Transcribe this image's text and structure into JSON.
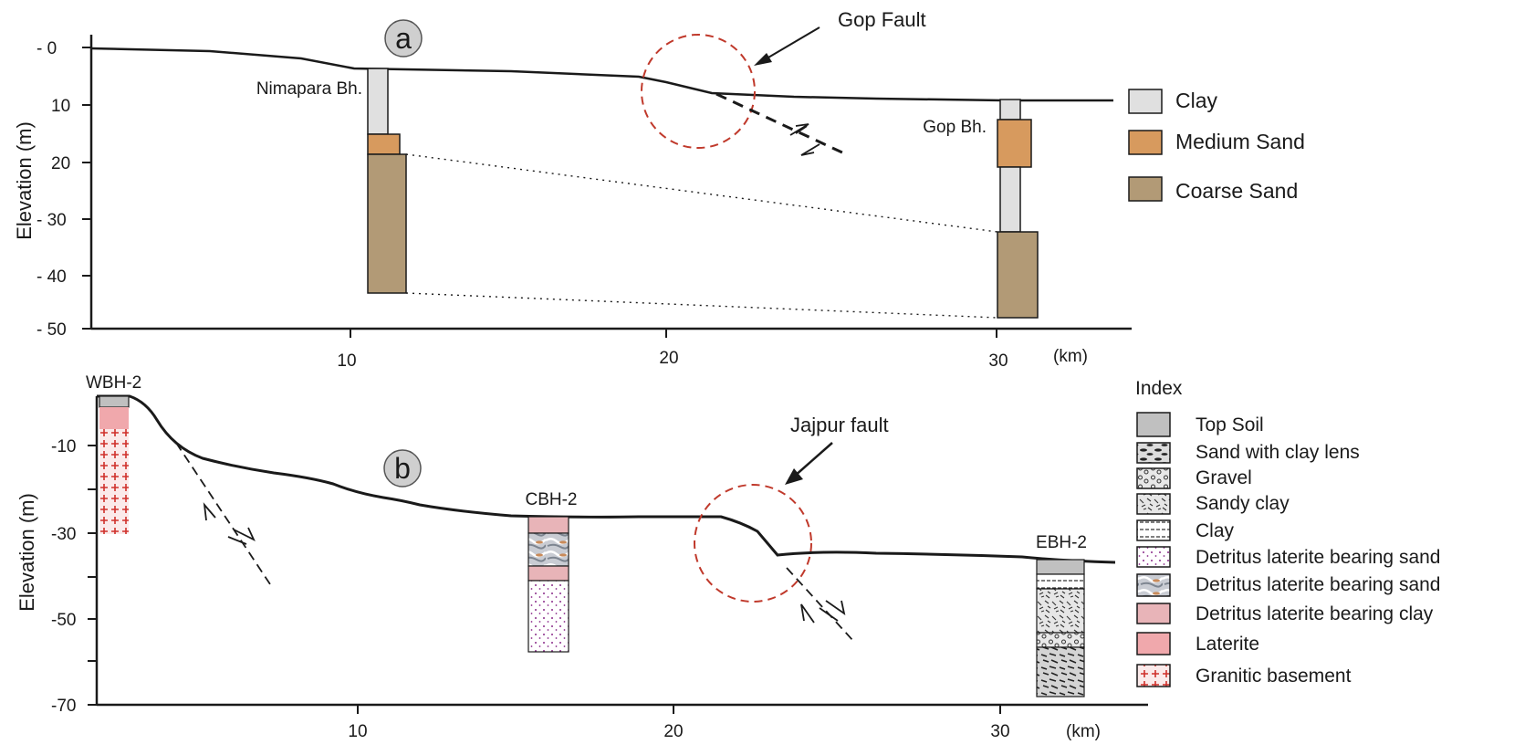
{
  "panel_a": {
    "badge": "a",
    "y_axis_title": "Elevation (m)",
    "y_ticks": [
      "- 0",
      "10",
      "20",
      "- 30",
      "- 40",
      "- 50"
    ],
    "x_ticks": [
      "10",
      "20",
      "30"
    ],
    "x_unit": "(km)",
    "fault_label": "Gop Fault",
    "boreholes": [
      {
        "name": "Nimapara Bh."
      },
      {
        "name": "Gop Bh."
      }
    ],
    "legend": [
      {
        "label": "Clay",
        "color": "#e0e0e0"
      },
      {
        "label": "Medium Sand",
        "color": "#d79a5e"
      },
      {
        "label": "Coarse Sand",
        "color": "#b29a76"
      }
    ]
  },
  "panel_b": {
    "badge": "b",
    "y_axis_title": "Elevation (m)",
    "y_ticks": [
      "-10",
      "-30",
      "-50",
      "-70"
    ],
    "x_ticks": [
      "10",
      "20",
      "30"
    ],
    "x_unit": "(km)",
    "fault_label": "Jajpur fault",
    "boreholes": [
      {
        "name": "WBH-2"
      },
      {
        "name": "CBH-2"
      },
      {
        "name": "EBH-2"
      }
    ],
    "index_title": "Index",
    "index": [
      {
        "label": "Top Soil",
        "pattern": "topsoil"
      },
      {
        "label": "Sand with clay lens",
        "pattern": "sandclaylens"
      },
      {
        "label": "Gravel",
        "pattern": "gravel"
      },
      {
        "label": "Sandy clay",
        "pattern": "sandyclay"
      },
      {
        "label": "Clay",
        "pattern": "clay"
      },
      {
        "label": "Detritus laterite bearing sand",
        "pattern": "dots"
      },
      {
        "label": "Detritus laterite bearing sand",
        "pattern": "mottled"
      },
      {
        "label": "Detritus laterite bearing clay",
        "pattern": "pinkclay"
      },
      {
        "label": "Laterite",
        "pattern": "laterite"
      },
      {
        "label": "Granitic basement",
        "pattern": "granite"
      }
    ]
  },
  "colors": {
    "fault_circle": "#c0392b",
    "granite_cross": "#d0302a",
    "laterite": "#f0a8ac",
    "pink_clay": "#e8b4b8",
    "top_soil": "#c0c0c0"
  }
}
